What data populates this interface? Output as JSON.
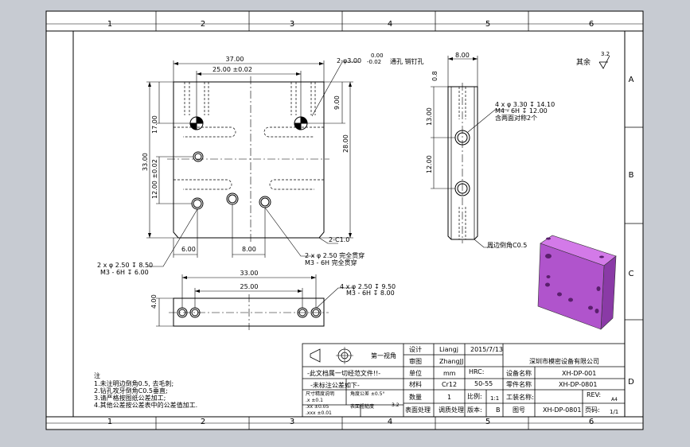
{
  "colors": {
    "background": "#c7cbd2",
    "paper": "#ffffff",
    "line": "#000000",
    "iso_part": "#b054cc",
    "iso_part_dark": "#7e2f97"
  },
  "frame": {
    "col_labels": [
      "1",
      "2",
      "3",
      "4",
      "5",
      "6"
    ],
    "row_labels": [
      "A",
      "B",
      "C",
      "D"
    ]
  },
  "front_view": {
    "dim_37": "37.00",
    "dim_25_02": "25.00 ±0.02",
    "hole_callout_top_line1": "2-φ3.00",
    "hole_callout_tol_upper": "0.00",
    "hole_callout_tol_lower": "-0.02",
    "hole_callout_suffix": "通孔 销钉孔",
    "dim_9": "9.00",
    "dim_17": "17.00",
    "dim_33": "33.00",
    "dim_12_02": "12.00 ±0.02",
    "dim_28": "28.00",
    "dim_6": "6.00",
    "dim_8": "8.00",
    "chamfer": "2-C1.0",
    "callout_left_1": "2 x φ 2.50 ↧ 8.50",
    "callout_left_2": "M3 - 6H ↧ 6.00",
    "callout_right_1": "2 x φ 2.50 完全贯穿",
    "callout_right_2": "M3 - 6H 完全贯穿"
  },
  "side_view": {
    "dim_8": "8.00",
    "dim_08": "0.8",
    "dim_13": "13.00",
    "dim_12": "12.00",
    "callout_1": "4 x φ 3.30 ↧ 14.10",
    "callout_2": "M4 - 6H ↧ 12.00",
    "callout_3": "含两面对称2个",
    "edge_chamfer": "周边倒角C0.5",
    "roughness_label": "其余",
    "roughness_value": "3.2"
  },
  "bottom_view": {
    "dim_33": "33.00",
    "dim_25": "25.00",
    "dim_4": "4.00",
    "callout_1": "4 x φ 2.50 ↧ 9.50",
    "callout_2": "M3 - 6H ↧ 8.00"
  },
  "notes": {
    "title": "注",
    "lines": [
      "1.未注明边倒角0.5, 去毛刺;",
      "2.钻孔攻牙倒角C0.5垂直;",
      "3.请严格按图纸公差加工;",
      "4.其他公差按公差表中的公差值加工."
    ]
  },
  "title_block": {
    "projection": "第一视角",
    "warning": "-此文档属一切经范文件!!-",
    "tol_title": "-未标注公差如下-",
    "tol_header": "尺寸精度说明",
    "tol_angle": "角度公差 ±0.5°",
    "tol_rows": [
      ".x  ±0.1",
      ".xx  ±0.05",
      ".xxx  ±0.01"
    ],
    "surface": "表面粗糙度",
    "roughness": "3.2",
    "labels": {
      "design": "设计",
      "review": "审图",
      "unit": "单位",
      "material": "材料",
      "qty": "数量",
      "surface_treat": "表面处理",
      "scale": "比例:",
      "version": "版本:",
      "proc_name": "工装名称:",
      "drawing_no": "图号",
      "page": "页码:",
      "equip_name": "设备名称",
      "part_name": "零件名称",
      "rev": "REV:"
    },
    "values": {
      "designer": "Liangj",
      "date": "2015/7/13",
      "reviewer": "ZhangJJ",
      "unit": "mm",
      "material": "Cr12",
      "hardness_label": "HRC:",
      "hardness": "50-55",
      "qty": "1",
      "surface_treat": "调质处理",
      "scale": "1:1",
      "version": "B",
      "company": "深圳市模密设备有限公司",
      "equip_name": "XH-DP-001",
      "part_name": "XH-DP-0801",
      "drawing_no": "XH-DP-0801",
      "rev": "A4",
      "page": "1/1"
    }
  }
}
